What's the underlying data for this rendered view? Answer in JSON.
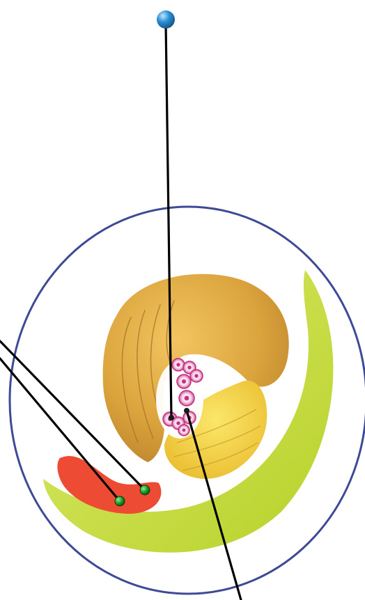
{
  "figure": {
    "kind": "unlabeled anatomical illustration with leader lines",
    "labels": []
  },
  "structures": [
    {
      "id": "outer-membrane",
      "shape": "circle",
      "stroke_color": "#3e4a96",
      "fill": "none"
    },
    {
      "id": "crescent-layer",
      "shape": "crescent",
      "fill_color": "#c8dc2a"
    },
    {
      "id": "cap-structure",
      "shape": "folded-cap",
      "fill_color": "#e2a93a"
    },
    {
      "id": "inner-lobe",
      "shape": "lobe",
      "fill_color": "#f4d23a"
    },
    {
      "id": "cell-cluster",
      "shape": "cluster",
      "cell_count": 9,
      "cell_color": "#c2307f"
    },
    {
      "id": "red-crescent",
      "shape": "crescent",
      "fill_color": "#ee4b34"
    }
  ],
  "markers": {
    "top_pin_color": "#2a8ed4",
    "dot_color": "#1f9a2a",
    "line_color": "#000000"
  }
}
